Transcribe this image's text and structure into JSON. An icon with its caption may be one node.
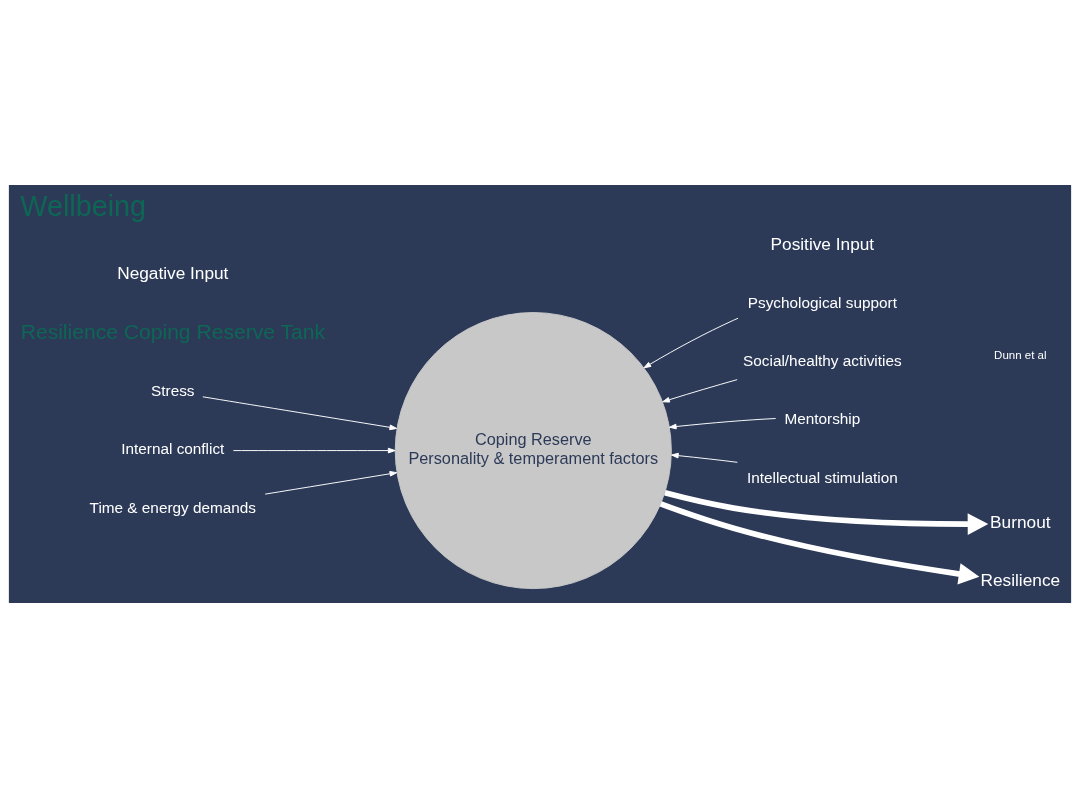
{
  "diagram": {
    "title": "Wellbeing",
    "nodes": [
      {
        "text": [
          "Coping Reserve",
          "Personality & temperament factors"
        ]
      },
      {
        "text": [
          "Stress"
        ]
      },
      {
        "text": [
          "Internal conflict"
        ]
      },
      {
        "text": [
          "Time & energy demands"
        ]
      },
      {
        "text": [
          "Psychological support"
        ]
      },
      {
        "text": [
          "Social/healthy activities"
        ]
      },
      {
        "text": [
          "Mentorship"
        ]
      },
      {
        "text": [
          "Intellectual stimulation"
        ]
      },
      {
        "text": [
          "Burnout"
        ]
      },
      {
        "text": [
          "Resilience"
        ]
      }
    ],
    "edges": [
      {
        "from": 1,
        "to": 0,
        "arrow": "to"
      },
      {
        "from": 2,
        "to": 0,
        "arrow": "to"
      },
      {
        "from": 3,
        "to": 0,
        "arrow": "to"
      },
      {
        "from": 4,
        "to": 0,
        "arrow": "to"
      },
      {
        "from": 5,
        "to": 0,
        "arrow": "to"
      },
      {
        "from": 6,
        "to": 0,
        "arrow": "to"
      },
      {
        "from": 7,
        "to": 0,
        "arrow": "to"
      },
      {
        "from": 0,
        "to": 8,
        "arrow": "to",
        "style": "thick"
      },
      {
        "from": 0,
        "to": 9,
        "arrow": "to",
        "style": "thick"
      }
    ],
    "labels": [
      "Resilience Coping Reserve Tank",
      "Negative Input",
      "Positive Input",
      "Dunn et al"
    ]
  }
}
